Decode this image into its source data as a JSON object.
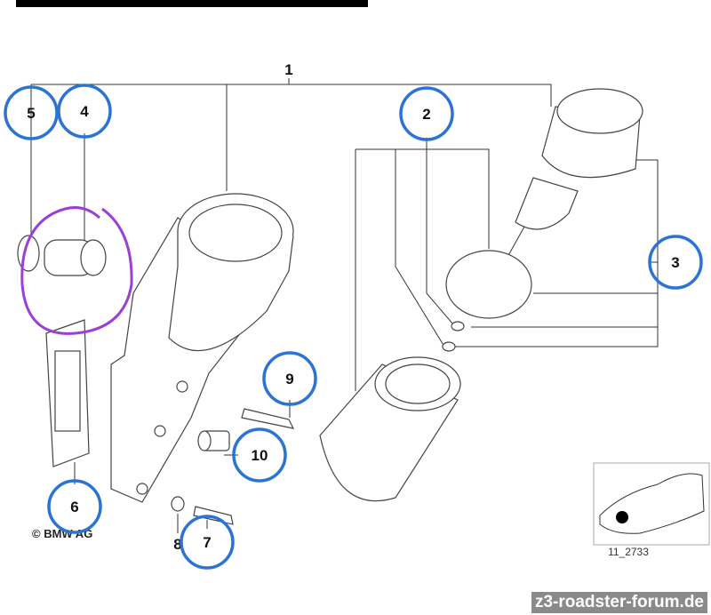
{
  "diagram": {
    "part_labels": {
      "p1": "1",
      "p2": "2",
      "p3": "3",
      "p4": "4",
      "p5": "5",
      "p6": "6",
      "p7": "7",
      "p8": "8",
      "p9": "9",
      "p10": "10"
    },
    "copyright": "© BMW AG",
    "diagram_code": "11_2733",
    "watermark": "z3-roadster-forum.de",
    "colors": {
      "highlight_circle": "#2b74d4",
      "marker_outline": "#9b3fd6",
      "redaction_bar": "#000000"
    }
  }
}
